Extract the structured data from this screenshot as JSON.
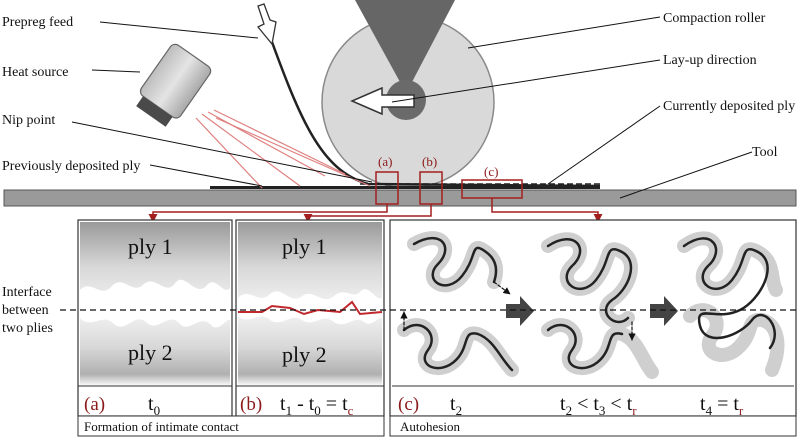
{
  "labels": {
    "prepreg_feed": "Prepreg feed",
    "heat_source": "Heat source",
    "nip_point": "Nip point",
    "previously_deposited_ply": "Previously deposited ply",
    "compaction_roller": "Compaction roller",
    "layup_direction": "Lay-up direction",
    "currently_deposited_ply": "Currently deposited ply",
    "tool": "Tool",
    "interface": [
      "Interface",
      "between",
      "two plies"
    ]
  },
  "region_tags": [
    "(a)",
    "(b)",
    "(c)"
  ],
  "panels": {
    "a": {
      "letter": "(a)",
      "ply_top": "ply 1",
      "ply_bottom": "ply 2",
      "time": "t",
      "time_sub": "0"
    },
    "b": {
      "letter": "(b)",
      "ply_top": "ply 1",
      "ply_bottom": "ply 2",
      "t1": "t",
      "t1_sub": "1",
      "minus": " - ",
      "t0": "t",
      "t0_sub": "0",
      "eq": " = ",
      "tc": "t",
      "tc_sub": "c"
    },
    "c": {
      "letter": "(c)",
      "t2": "t",
      "t2_sub": "2",
      "ineq_a": "t",
      "ineq_a_sub": "2",
      "lt1": " < ",
      "ineq_b": "t",
      "ineq_b_sub": "3",
      "lt2": " < ",
      "ineq_c": "t",
      "ineq_c_sub": "r",
      "t4": "t",
      "t4_sub": "4",
      "eq": " = ",
      "tr": "t",
      "tr_sub": "r"
    }
  },
  "captions": {
    "contact": "Formation of intimate contact",
    "autohesion": "Autohesion"
  },
  "colors": {
    "accent": "#a31f1f",
    "roller": "#d9d9d9",
    "tool": "#9a9a9a",
    "heat_rays": "#e08080"
  }
}
